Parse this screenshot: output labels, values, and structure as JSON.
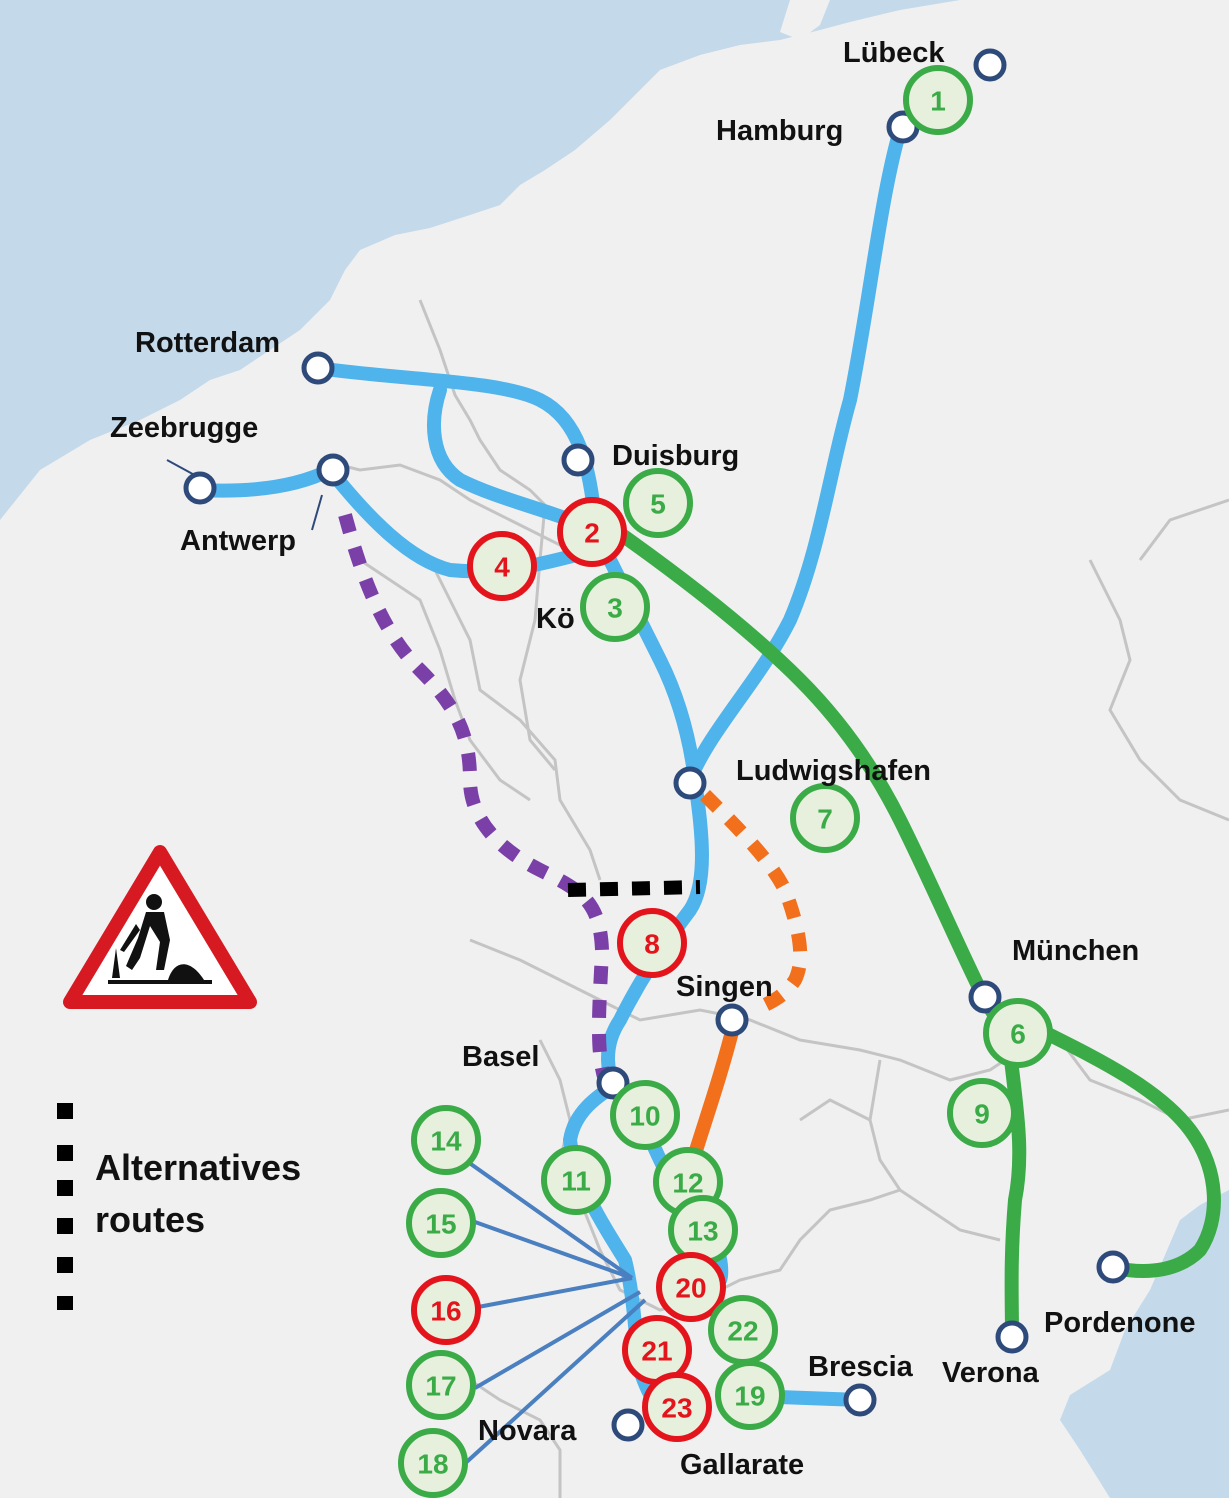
{
  "map": {
    "colors": {
      "sea": "#c4d9ea",
      "land": "#f0f0f0",
      "border": "#c4c4c4",
      "corridor_blue": "#4fb3ec",
      "corridor_green": "#3bab48",
      "corridor_orange": "#f26f1b",
      "alt_purple": "#7b3fa8",
      "alt_black": "#000000",
      "branch_blue": "#4a7fc0",
      "node_stroke": "#2d4a7a",
      "badge_green": "#3bab48",
      "badge_red": "#e3141b",
      "badge_fill": "#e6f0dc"
    },
    "cities": [
      {
        "id": "lubeck",
        "name": "Lübeck"
      },
      {
        "id": "hamburg",
        "name": "Hamburg"
      },
      {
        "id": "rotterdam",
        "name": "Rotterdam"
      },
      {
        "id": "zeebrugge",
        "name": "Zeebrugge"
      },
      {
        "id": "antwerp",
        "name": "Antwerp"
      },
      {
        "id": "duisburg",
        "name": "Duisburg"
      },
      {
        "id": "koln",
        "name": "Kö"
      },
      {
        "id": "ludwigshafen",
        "name": "Ludwigshafen"
      },
      {
        "id": "munchen",
        "name": "München"
      },
      {
        "id": "singen",
        "name": "Singen"
      },
      {
        "id": "basel",
        "name": "Basel"
      },
      {
        "id": "brescia",
        "name": "Brescia"
      },
      {
        "id": "verona",
        "name": "Verona"
      },
      {
        "id": "pordenone",
        "name": "Pordenone"
      },
      {
        "id": "novara",
        "name": "Novara"
      },
      {
        "id": "gallarate",
        "name": "Gallarate"
      }
    ],
    "badges": [
      {
        "num": "1",
        "status": "green"
      },
      {
        "num": "2",
        "status": "red"
      },
      {
        "num": "3",
        "status": "green"
      },
      {
        "num": "4",
        "status": "red"
      },
      {
        "num": "5",
        "status": "green"
      },
      {
        "num": "6",
        "status": "green"
      },
      {
        "num": "7",
        "status": "green"
      },
      {
        "num": "8",
        "status": "red"
      },
      {
        "num": "9",
        "status": "green"
      },
      {
        "num": "10",
        "status": "green"
      },
      {
        "num": "11",
        "status": "green"
      },
      {
        "num": "12",
        "status": "green"
      },
      {
        "num": "13",
        "status": "green"
      },
      {
        "num": "14",
        "status": "green"
      },
      {
        "num": "15",
        "status": "green"
      },
      {
        "num": "16",
        "status": "red"
      },
      {
        "num": "17",
        "status": "green"
      },
      {
        "num": "18",
        "status": "green"
      },
      {
        "num": "19",
        "status": "green"
      },
      {
        "num": "20",
        "status": "red"
      },
      {
        "num": "21",
        "status": "red"
      },
      {
        "num": "22",
        "status": "green"
      },
      {
        "num": "23",
        "status": "red"
      }
    ],
    "legend": {
      "line1": "Alternatives",
      "line2": "routes"
    },
    "warning_icon": "roadworks-warning-icon"
  }
}
